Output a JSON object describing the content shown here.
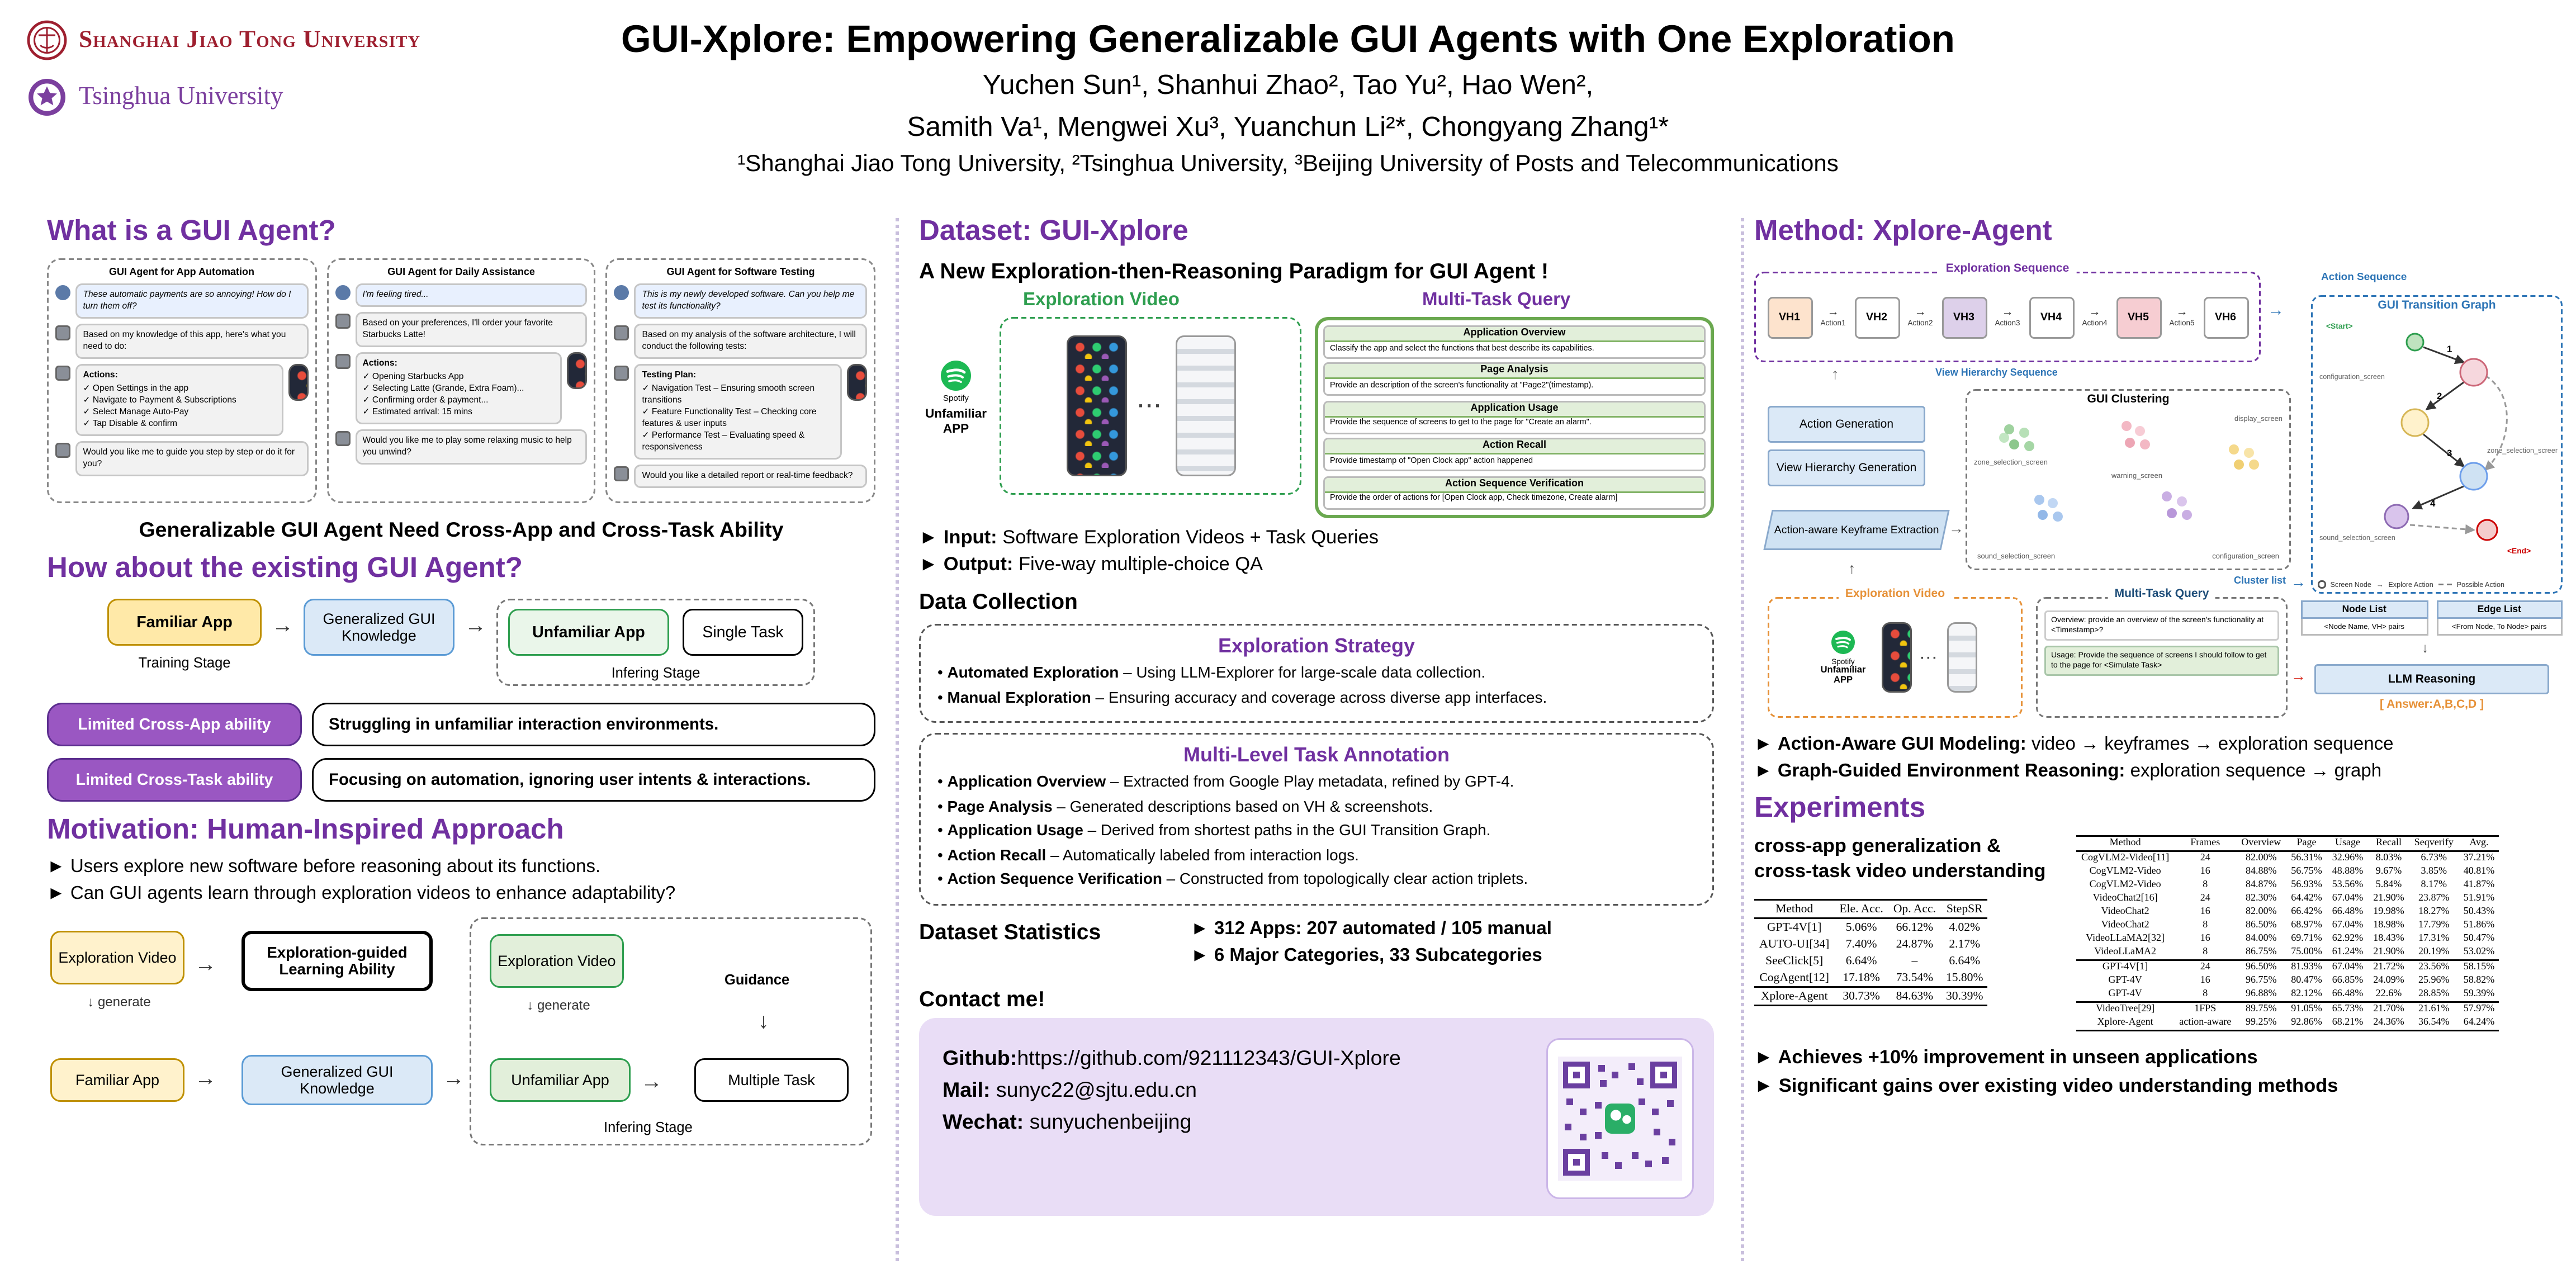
{
  "header": {
    "sjtu_name": "Shanghai Jiao Tong University",
    "tsinghua_name": "Tsinghua University",
    "title": "GUI-Xplore: Empowering Generalizable GUI Agents with One Exploration",
    "authors_line1": "Yuchen Sun¹, Shanhui Zhao², Tao Yu², Hao Wen²,",
    "authors_line2": "Samith Va¹, Mengwei Xu³, Yuanchun Li²*, Chongyang Zhang¹*",
    "affiliations": "¹Shanghai Jiao Tong University, ²Tsinghua University, ³Beijing University of Posts and Telecommunications"
  },
  "col1": {
    "heading1": "What is a GUI Agent?",
    "cards": [
      {
        "title": "GUI Agent for App Automation",
        "user_msg": "These automatic payments are so annoying! How do I turn them off?",
        "agent_msg1": "Based on my knowledge of this app, here's what you need to do:",
        "actions_title": "Actions:",
        "actions": [
          "✓ Open Settings in the app",
          "✓ Navigate to Payment & Subscriptions",
          "✓ Select Manage Auto-Pay",
          "✓ Tap Disable & confirm"
        ],
        "agent_msg2": "Would you like me to guide you step by step or do it for you?"
      },
      {
        "title": "GUI Agent for Daily Assistance",
        "user_msg": "I'm feeling tired...",
        "agent_msg1": "Based on your preferences, I'll order your favorite Starbucks Latte!",
        "actions_title": "Actions:",
        "actions": [
          "✓ Opening Starbucks App",
          "✓ Selecting Latte (Grande, Extra Foam)...",
          "✓ Confirming order & payment...",
          "✓ Estimated arrival: 15 mins"
        ],
        "agent_msg2": "Would you like me to play some relaxing music to help you unwind?"
      },
      {
        "title": "GUI Agent for Software Testing",
        "user_msg": "This is my newly developed software. Can you help me test its functionality?",
        "agent_msg1": "Based on my analysis of the software architecture, I will conduct the following tests:",
        "actions_title": "Testing Plan:",
        "actions": [
          "✓ Navigation Test – Ensuring smooth screen transitions",
          "✓ Feature Functionality Test – Checking core features & user inputs",
          "✓ Performance Test – Evaluating speed & responsiveness"
        ],
        "agent_msg2": "Would you like a detailed report or real-time feedback?"
      }
    ],
    "claim": "Generalizable GUI Agent Need Cross-App and Cross-Task Ability",
    "heading2": "How about the existing GUI Agent?",
    "flow": {
      "familiar": "Familiar App",
      "knowledge": "Generalized GUI Knowledge",
      "unfamiliar": "Unfamiliar App",
      "single_task": "Single Task",
      "training_stage": "Training Stage",
      "infering_stage": "Infering Stage"
    },
    "limitations": [
      {
        "label": "Limited Cross-App ability",
        "text": "Struggling in unfamiliar interaction environments."
      },
      {
        "label": "Limited Cross-Task ability",
        "text": "Focusing on automation, ignoring user intents & interactions."
      }
    ],
    "heading3": "Motivation: Human-Inspired Approach",
    "motivation_bullets": [
      "Users explore new software before reasoning about its functions.",
      "Can GUI agents learn through exploration videos to enhance adaptability?"
    ],
    "motivation_diagram": {
      "exploration_video1": "Exploration Video",
      "generate1": "generate",
      "familiar": "Familiar App",
      "learning_ability": "Exploration-guided Learning Ability",
      "knowledge": "Generalized GUI Knowledge",
      "exploration_video2": "Exploration Video",
      "generate2": "generate",
      "unfamiliar": "Unfamiliar App",
      "multiple_task": "Multiple Task",
      "guidance": "Guidance",
      "infering_stage": "Infering Stage"
    }
  },
  "col2": {
    "heading": "Dataset: GUI-Xplore",
    "subtitle": "A New Exploration-then-Reasoning Paradigm for GUI Agent !",
    "exploration_video_label": "Exploration Video",
    "spotify_label": "Spotify",
    "unfamiliar_app_label": "Unfamiliar APP",
    "ellipsis": "···",
    "multi_task_query_label": "Multi-Task Query",
    "queries": [
      {
        "title": "Application Overview",
        "text": "Classify the app and select the functions that best describe its capabilities."
      },
      {
        "title": "Page Analysis",
        "text": "Provide an description of the screen's functionality at \"Page2\"(timestamp)."
      },
      {
        "title": "Application Usage",
        "text": "Provide the sequence of screens to get to the page for \"Create an alarm\"."
      },
      {
        "title": "Action Recall",
        "text": "Provide timestamp of \"Open Clock app\" action happened"
      },
      {
        "title": "Action Sequence Verification",
        "text": "Provide the order of actions for [Open Clock app, Check timezone, Create alarm]"
      }
    ],
    "io": [
      {
        "label": "Input:",
        "text": "Software Exploration Videos + Task Queries"
      },
      {
        "label": "Output:",
        "text": "Five-way multiple-choice QA"
      }
    ],
    "data_collection": "Data Collection",
    "strategy": {
      "title": "Exploration Strategy",
      "items": [
        {
          "bold": "Automated Exploration",
          "rest": " – Using LLM-Explorer for large-scale data collection."
        },
        {
          "bold": "Manual Exploration",
          "rest": " – Ensuring accuracy and coverage across diverse app interfaces."
        }
      ]
    },
    "annotation": {
      "title": "Multi-Level Task Annotation",
      "items": [
        {
          "bold": "Application Overview",
          "rest": " – Extracted from Google Play metadata, refined by GPT-4."
        },
        {
          "bold": "Page Analysis",
          "rest": " – Generated descriptions based on VH & screenshots."
        },
        {
          "bold": "Application Usage",
          "rest": " – Derived from shortest paths in the GUI Transition Graph."
        },
        {
          "bold": "Action Recall",
          "rest": " – Automatically labeled from interaction logs."
        },
        {
          "bold": "Action Sequence Verification",
          "rest": " – Constructed from topologically clear action triplets."
        }
      ]
    },
    "statistics": {
      "label": "Dataset Statistics",
      "items": [
        {
          "bold": "312 Apps:",
          "rest": " 207 automated / 105 manual"
        },
        {
          "bold": "6 Major Categories, 33 Subcategories",
          "rest": ""
        }
      ]
    },
    "contact_heading": "Contact me!",
    "contact": [
      {
        "bold": "Github:",
        "rest": "https://github.com/921112343/GUI-Xplore"
      },
      {
        "bold": "Mail:",
        "rest": " sunyc22@sjtu.edu.cn"
      },
      {
        "bold": "Wechat:",
        "rest": " sunyuchenbeijing"
      }
    ]
  },
  "col3": {
    "heading": "Method: Xplore-Agent",
    "diagram": {
      "exploration_sequence": "Exploration Sequence",
      "vh_nodes": [
        "VH1",
        "VH2",
        "VH3",
        "VH4",
        "VH5",
        "VH6"
      ],
      "actions": [
        "Action1",
        "Action2",
        "Action3",
        "Action4",
        "Action5"
      ],
      "action_sequence": "Action Sequence",
      "gui_transition_graph": "GUI Transition Graph",
      "view_hierarchy_sequence": "View Hierarchy Sequence",
      "action_generation": "Action Generation",
      "view_hierarchy_generation": "View Hierarchy Generation",
      "gui_clustering": "GUI Clustering",
      "cluster_labels": [
        "zone_selection_screen",
        "display_screen",
        "warning_screen",
        "sound_selection_screen",
        "configuration_screen"
      ],
      "keyframe_extraction": "Action-aware Keyframe Extraction",
      "cluster_list": "Cluster list",
      "exploration_video": "Exploration Video",
      "spotify": "Spotify",
      "unfamiliar_app": "Unfamiliar APP",
      "ellipsis": "···",
      "multi_task_query": "Multi-Task Query",
      "query_overview": "Overview: provide an overview of the screen's functionality at <Timestamp>?",
      "query_usage": "Usage: Provide the sequence of screens I should follow to get to the page for <Simulate Task>",
      "node_list": "Node List",
      "edge_list": "Edge List",
      "node_pairs": "<Node Name, VH> pairs",
      "edge_pairs": "<From Node, To Node> pairs",
      "llm_reasoning": "LLM Reasoning",
      "answer": "[ Answer:A,B,C,D ]",
      "legend_node": "Screen Node",
      "legend_explore": "Explore Action",
      "legend_possible": "Possible Action",
      "start_label": "<Start>",
      "end_label": "<End>",
      "graph_node_labels": [
        "configuration_screen",
        "zone_selection_screen",
        "sound_selection_screen"
      ],
      "edge_numbers": [
        "1",
        "2",
        "3",
        "4"
      ]
    },
    "method_bullets": [
      {
        "bold": "Action-Aware GUI Modeling:",
        "rest": " video → keyframes → exploration sequence"
      },
      {
        "bold": "Graph-Guided Environment Reasoning:",
        "rest": " exploration sequence → graph"
      }
    ],
    "experiments_heading": "Experiments",
    "experiments_label1": "cross-app generalization &",
    "experiments_label2": "cross-task video understanding",
    "table_small": {
      "headers": [
        "Method",
        "Ele. Acc.",
        "Op. Acc.",
        "StepSR"
      ],
      "rows": [
        {
          "cells": [
            "GPT-4V[1]",
            "5.06%",
            "66.12%",
            "4.02%"
          ]
        },
        {
          "cells": [
            "AUTO-UI[34]",
            "7.40%",
            "24.87%",
            "2.17%"
          ]
        },
        {
          "cells": [
            "SeeClick[5]",
            "6.64%",
            "–",
            "6.64%"
          ]
        },
        {
          "cells": [
            "CogAgent[12]",
            "17.18%",
            "73.54%",
            "15.80%"
          ]
        },
        {
          "cells": [
            "Xplore-Agent",
            "30.73%",
            "84.63%",
            "30.39%"
          ],
          "top_rule": true,
          "bold": true
        }
      ]
    },
    "table_big": {
      "headers": [
        "Method",
        "Frames",
        "Overview",
        "Page",
        "Usage",
        "Recall",
        "Seqverify",
        "Avg."
      ],
      "rows": [
        {
          "cells": [
            "CogVLM2-Video[11]",
            "24",
            "82.00%",
            "56.31%",
            "32.96%",
            "8.03%",
            "6.73%",
            "37.21%"
          ]
        },
        {
          "cells": [
            "CogVLM2-Video",
            "16",
            "84.88%",
            "56.75%",
            "48.88%",
            "9.67%",
            "3.85%",
            "40.81%"
          ]
        },
        {
          "cells": [
            "CogVLM2-Video",
            "8",
            "84.87%",
            "56.93%",
            "53.56%",
            "5.84%",
            "8.17%",
            "41.87%"
          ]
        },
        {
          "cells": [
            "VideoChat2[16]",
            "24",
            "82.30%",
            "64.42%",
            "67.04%",
            "21.90%",
            "23.87%",
            "51.91%"
          ]
        },
        {
          "cells": [
            "VideoChat2",
            "16",
            "82.00%",
            "66.42%",
            "66.48%",
            "19.98%",
            "18.27%",
            "50.43%"
          ]
        },
        {
          "cells": [
            "VideoChat2",
            "8",
            "86.50%",
            "68.97%",
            "67.04%",
            "18.98%",
            "17.79%",
            "51.86%"
          ]
        },
        {
          "cells": [
            "VideoLLaMA2[32]",
            "16",
            "84.00%",
            "69.71%",
            "62.92%",
            "18.43%",
            "17.31%",
            "50.47%"
          ]
        },
        {
          "cells": [
            "VideoLLaMA2",
            "8",
            "86.75%",
            "75.00%",
            "61.24%",
            "21.90%",
            "20.19%",
            "53.02%"
          ]
        },
        {
          "cells": [
            "GPT-4V[1]",
            "24",
            "96.50%",
            "81.93%",
            "67.04%",
            "21.72%",
            "23.56%",
            "58.15%"
          ],
          "top_rule": true
        },
        {
          "cells": [
            "GPT-4V",
            "16",
            "96.75%",
            "80.47%",
            "66.85%",
            "24.09%",
            "25.96%",
            "58.82%"
          ]
        },
        {
          "cells": [
            "GPT-4V",
            "8",
            "96.88%",
            "82.12%",
            "66.48%",
            "22.6%",
            "28.85%",
            "59.39%"
          ]
        },
        {
          "cells": [
            "VideoTree[29]",
            "1FPS",
            "89.75%",
            "91.05%",
            "65.73%",
            "21.70%",
            "21.61%",
            "57.97%"
          ],
          "top_rule": true
        },
        {
          "cells": [
            "Xplore-Agent",
            "action-aware",
            "99.25%",
            "92.86%",
            "68.21%",
            "24.36%",
            "36.54%",
            "64.24%"
          ],
          "bold": true
        }
      ]
    },
    "takeaways": [
      "Achieves +10% improvement in unseen applications",
      "Significant gains over existing video understanding methods"
    ]
  }
}
